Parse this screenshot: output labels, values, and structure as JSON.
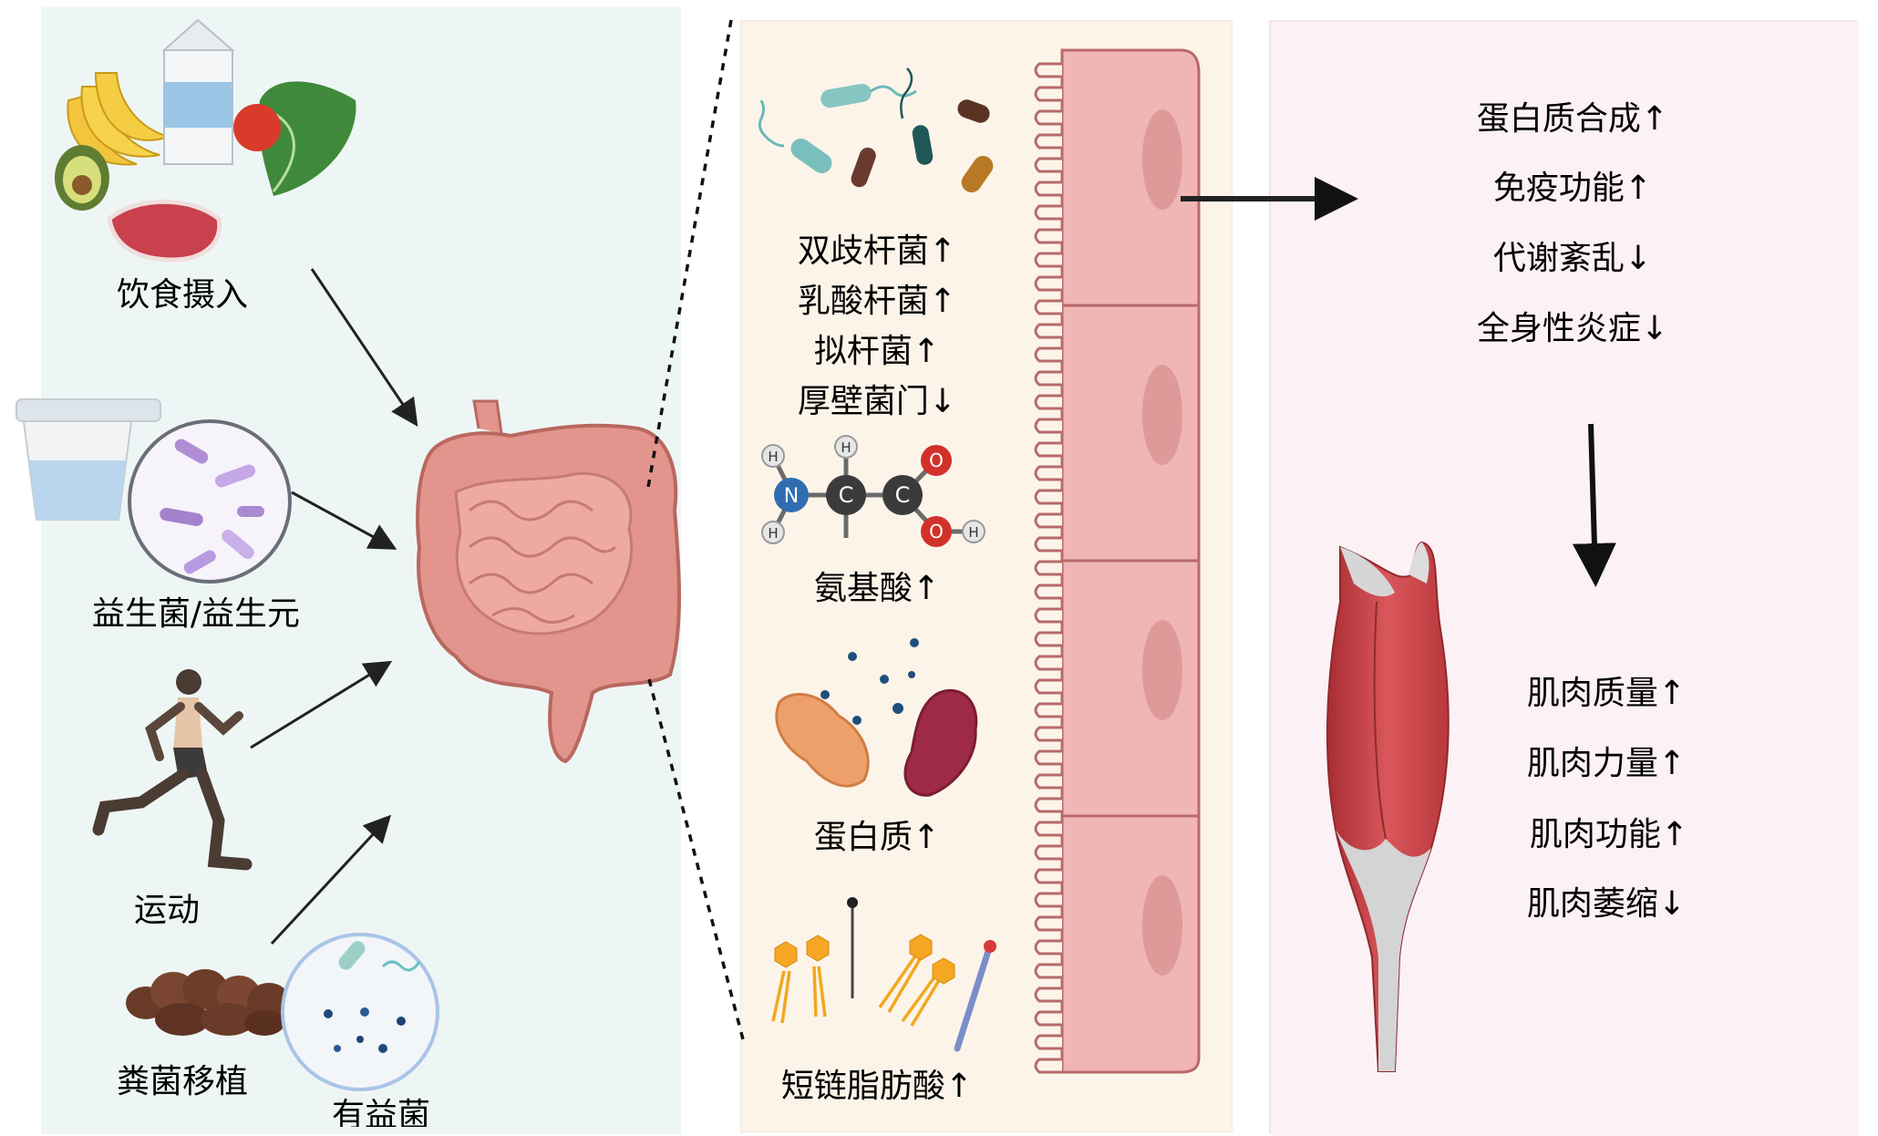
{
  "colors": {
    "left_bg": "#eef6f5",
    "mid_bg": "#fcf4e9",
    "right_bg": "#fcf1f5",
    "intestine": "#e39a92",
    "epithelium": "#efb6b5",
    "muscle_red": "#c9474a",
    "tendon": "#d8d8d8"
  },
  "left": {
    "inputs": [
      "饮食摄入",
      "益生菌/益生元",
      "运动",
      "粪菌移植"
    ],
    "beneficial_bacteria": "有益菌"
  },
  "middle": {
    "bacteria_changes": [
      "双歧杆菌↑",
      "乳酸杆菌↑",
      "拟杆菌↑",
      "厚壁菌门↓"
    ],
    "molecule_atoms": [
      "H",
      "H",
      "N",
      "C",
      "C",
      "O",
      "O",
      "H",
      "H"
    ],
    "amino_acids": "氨基酸↑",
    "protein": "蛋白质↑",
    "scfa": "短链脂肪酸↑"
  },
  "right": {
    "systemic_effects": [
      "蛋白质合成↑",
      "免疫功能↑",
      "代谢紊乱↓",
      "全身性炎症↓"
    ],
    "muscle_effects": [
      "肌肉质量↑",
      "肌肉力量↑",
      "肌肉功能↑",
      "肌肉萎缩↓"
    ]
  }
}
